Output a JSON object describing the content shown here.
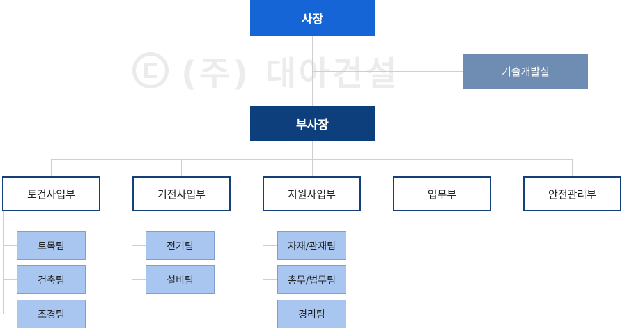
{
  "org": {
    "ceo": "사장",
    "rnd": "기술개발실",
    "vp": "부사장",
    "watermark_text": "(주) 대아건설",
    "departments": [
      {
        "name": "토건사업부",
        "teams": [
          "토목팀",
          "건축팀",
          "조경팀"
        ]
      },
      {
        "name": "기전사업부",
        "teams": [
          "전기팀",
          "설비팀"
        ]
      },
      {
        "name": "지원사업부",
        "teams": [
          "자재/관재팀",
          "총무/법무팀",
          "경리팀"
        ]
      },
      {
        "name": "업무부",
        "teams": []
      },
      {
        "name": "안전관리부",
        "teams": []
      }
    ]
  },
  "colors": {
    "ceo": "#1565d6",
    "vp": "#0e3f7d",
    "rnd": "#6f8db3",
    "dept_border": "#143f78",
    "team_fill": "#a9c6f0",
    "connector": "#cfcfcf"
  }
}
